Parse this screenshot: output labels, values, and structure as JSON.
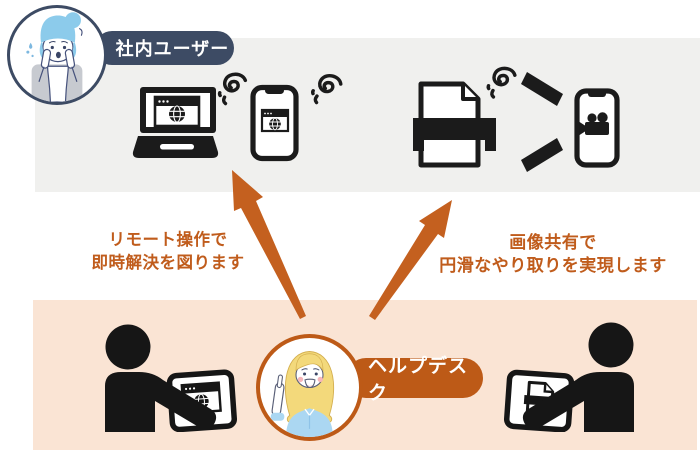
{
  "top": {
    "label": "社内ユーザー",
    "avatar": "worried-internal-user",
    "device_icons": [
      "laptop-browser",
      "smartphone-browser",
      "printer-document",
      "camera-view-lines",
      "smartphone-video"
    ],
    "confusion_squiggles": 3
  },
  "notes": {
    "remote": {
      "line1": "リモート操作で",
      "line2": "即時解決を図ります"
    },
    "sharing": {
      "line1": "画像共有で",
      "line2": "円滑なやり取りを実現します"
    }
  },
  "bottom": {
    "label": "ヘルプデスク",
    "avatar": "helpdesk-operator-pointing-up",
    "agents": [
      "agent-with-laptop-browser",
      "agent-with-laptop-printer"
    ]
  },
  "colors": {
    "navy_pill": "#3d4b64",
    "orange_pill": "#bd5a17",
    "arrow": "#c4601f",
    "note_text": "#c05c1c",
    "gray_band": "#f0f0ee",
    "peach_band": "#fae4d4",
    "icon_black": "#1b1b1b"
  }
}
